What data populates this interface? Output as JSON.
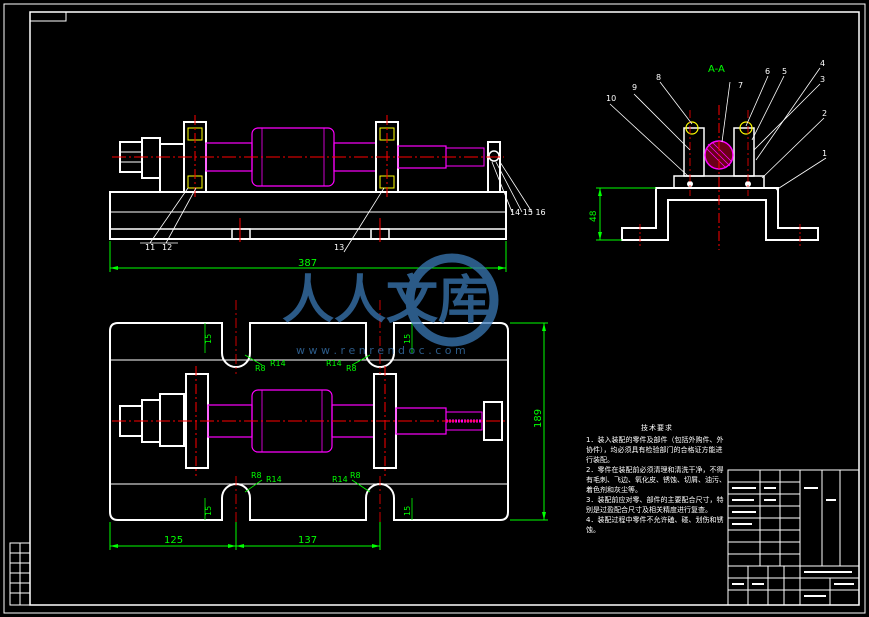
{
  "section_label": "A-A",
  "dimensions": {
    "overall_length": "387",
    "base_height": "48",
    "overall_width": "189",
    "left_span": "125",
    "middle_span": "137",
    "slot_upper_left": "15",
    "slot_upper_right": "15",
    "slot_lower_left": "15",
    "slot_lower_right": "15",
    "r_small": "R8",
    "r_large": "R14"
  },
  "balloons": {
    "b1": "1",
    "b2": "2",
    "b3": "3",
    "b4": "4",
    "b5": "5",
    "b6": "6",
    "b7": "7",
    "b8": "8",
    "b9": "9",
    "b10": "10",
    "b11": "11",
    "b12": "12",
    "b13": "13",
    "b14_16": "14 15 16"
  },
  "notes": {
    "title": "技术要求",
    "lines": [
      "1．装入装配的零件及部件（包括外购件、外协件），均必须具有检验部门的合格证方能进行装配。",
      "2．零件在装配前必须清理和清洗干净，不得有毛刺、飞边、氧化皮、锈蚀、切屑、油污、着色剂和灰尘等。",
      "3．装配前应对零、部件的主要配合尺寸，特别是过盈配合尺寸及相关精度进行复查。",
      "4．装配过程中零件不允许磕、碰、划伤和锈蚀。"
    ]
  },
  "watermark": {
    "text": "人人文库",
    "url": "w w w . r e n r e n d o c . c o m"
  },
  "colors": {
    "frame": "#ffffff",
    "dimension": "#00ff00",
    "part": "#ff00ff",
    "centerline": "#ff0000",
    "accent_line": "#ffff00",
    "watermark": "#3a78b5"
  }
}
